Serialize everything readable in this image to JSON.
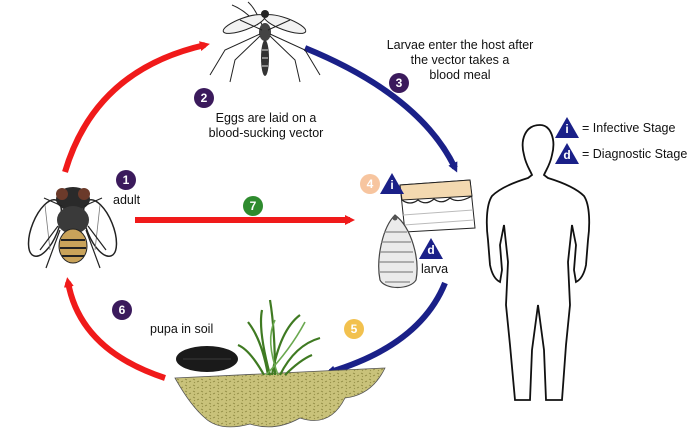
{
  "colors": {
    "red_arrow": "#f01a1a",
    "blue_arrow": "#1a2088",
    "step_purple": "#3b1a5c",
    "step_green": "#2e8b2e",
    "step_yellow": "#f2c14e",
    "step_peach": "#f7c59f",
    "soil": "#c9c27a",
    "grass": "#4a8a2a"
  },
  "steps": [
    {
      "num": "1",
      "color": "#3b1a5c",
      "label": "adult"
    },
    {
      "num": "2",
      "color": "#3b1a5c",
      "label": "Eggs are laid on a blood-sucking vector"
    },
    {
      "num": "3",
      "color": "#3b1a5c",
      "label": "Larvae enter the host after the vector takes a blood meal"
    },
    {
      "num": "4",
      "color": "#f7c59f",
      "label": ""
    },
    {
      "num": "5",
      "color": "#f2c14e",
      "label": ""
    },
    {
      "num": "6",
      "color": "#3b1a5c",
      "label": "pupa in soil"
    },
    {
      "num": "7",
      "color": "#2e8b2e",
      "label": ""
    }
  ],
  "labels": {
    "adult": "adult",
    "eggs_line1": "Eggs are laid on a",
    "eggs_line2": "blood-sucking vector",
    "larvae_line1": "Larvae enter the host after",
    "larvae_line2": "the vector takes a",
    "larvae_line3": "blood meal",
    "larva": "larva",
    "pupa": "pupa in soil"
  },
  "legend": {
    "infective_symbol": "i",
    "infective_text": "= Infective Stage",
    "diagnostic_symbol": "d",
    "diagnostic_text": "= Diagnostic Stage"
  },
  "icons": [
    "housefly-icon",
    "mosquito-icon",
    "human-silhouette-icon",
    "skin-section-icon",
    "larva-icon",
    "pupa-icon",
    "soil-grass-icon"
  ]
}
